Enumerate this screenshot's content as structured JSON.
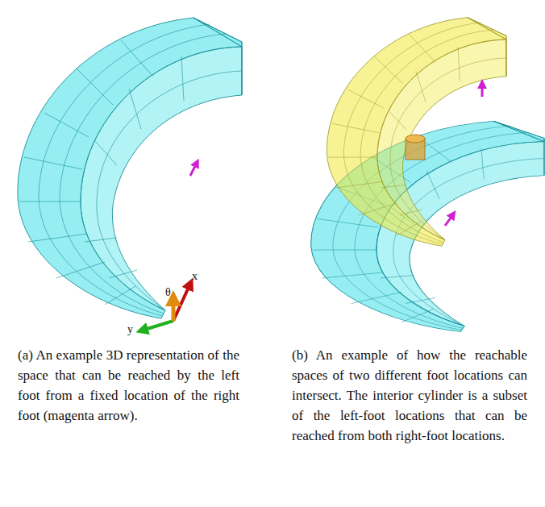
{
  "diagram": {
    "labels": [
      "y",
      "θ",
      "x",
      "(a) An example 3D representation of the space that can be reached by the left foot from a fixed location of the right foot (magenta arrow).",
      "(b) An example of how the reachable spaces of two different foot locations can intersect. The interior cylinder is a subset of the left-foot locations that can be reached from both right-foot locations."
    ]
  }
}
